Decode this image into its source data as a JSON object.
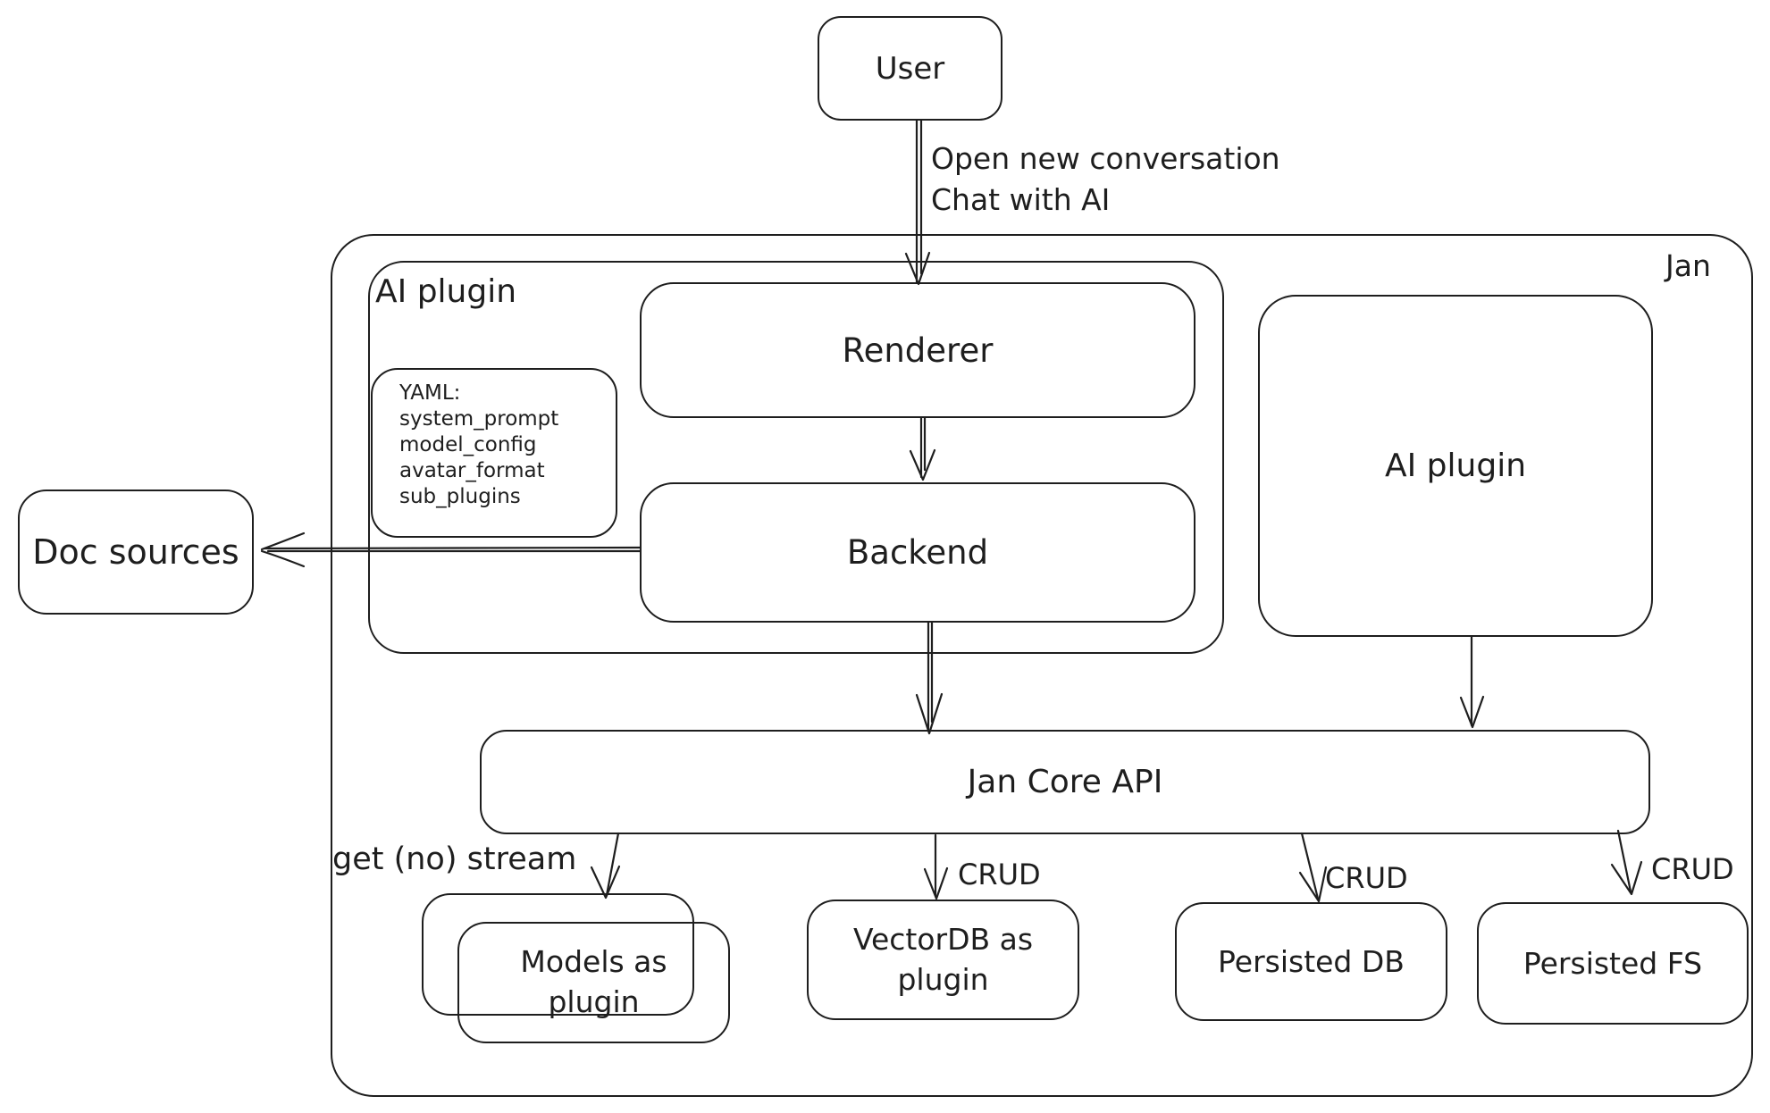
{
  "nodes": {
    "user": {
      "label": "User"
    },
    "jan": {
      "label": "Jan"
    },
    "ai_plugin_container": {
      "label": "AI plugin"
    },
    "renderer": {
      "label": "Renderer"
    },
    "yaml_note": {
      "lines": [
        "YAML:",
        "system_prompt",
        "model_config",
        "avatar_format",
        "sub_plugins"
      ]
    },
    "backend": {
      "label": "Backend"
    },
    "ai_plugin": {
      "label": "AI plugin"
    },
    "doc_sources": {
      "label": "Doc sources"
    },
    "jan_core_api": {
      "label": "Jan Core API"
    },
    "models_as_plugin": {
      "label": "Models as plugin"
    },
    "vectordb_as_plugin": {
      "label": "VectorDB as plugin"
    },
    "persisted_db": {
      "label": "Persisted DB"
    },
    "persisted_fs": {
      "label": "Persisted FS"
    }
  },
  "edges": {
    "user_to_renderer": {
      "label_line1": "Open new conversation",
      "label_line2": "Chat with AI"
    },
    "jan_core_to_models": {
      "label": "get (no) stream"
    },
    "jan_core_to_vectordb": {
      "label": "CRUD"
    },
    "jan_core_to_persisted_db": {
      "label": "CRUD"
    },
    "jan_core_to_persisted_fs": {
      "label": "CRUD"
    }
  },
  "colors": {
    "stroke": "#1e1e1e",
    "background": "#ffffff"
  }
}
